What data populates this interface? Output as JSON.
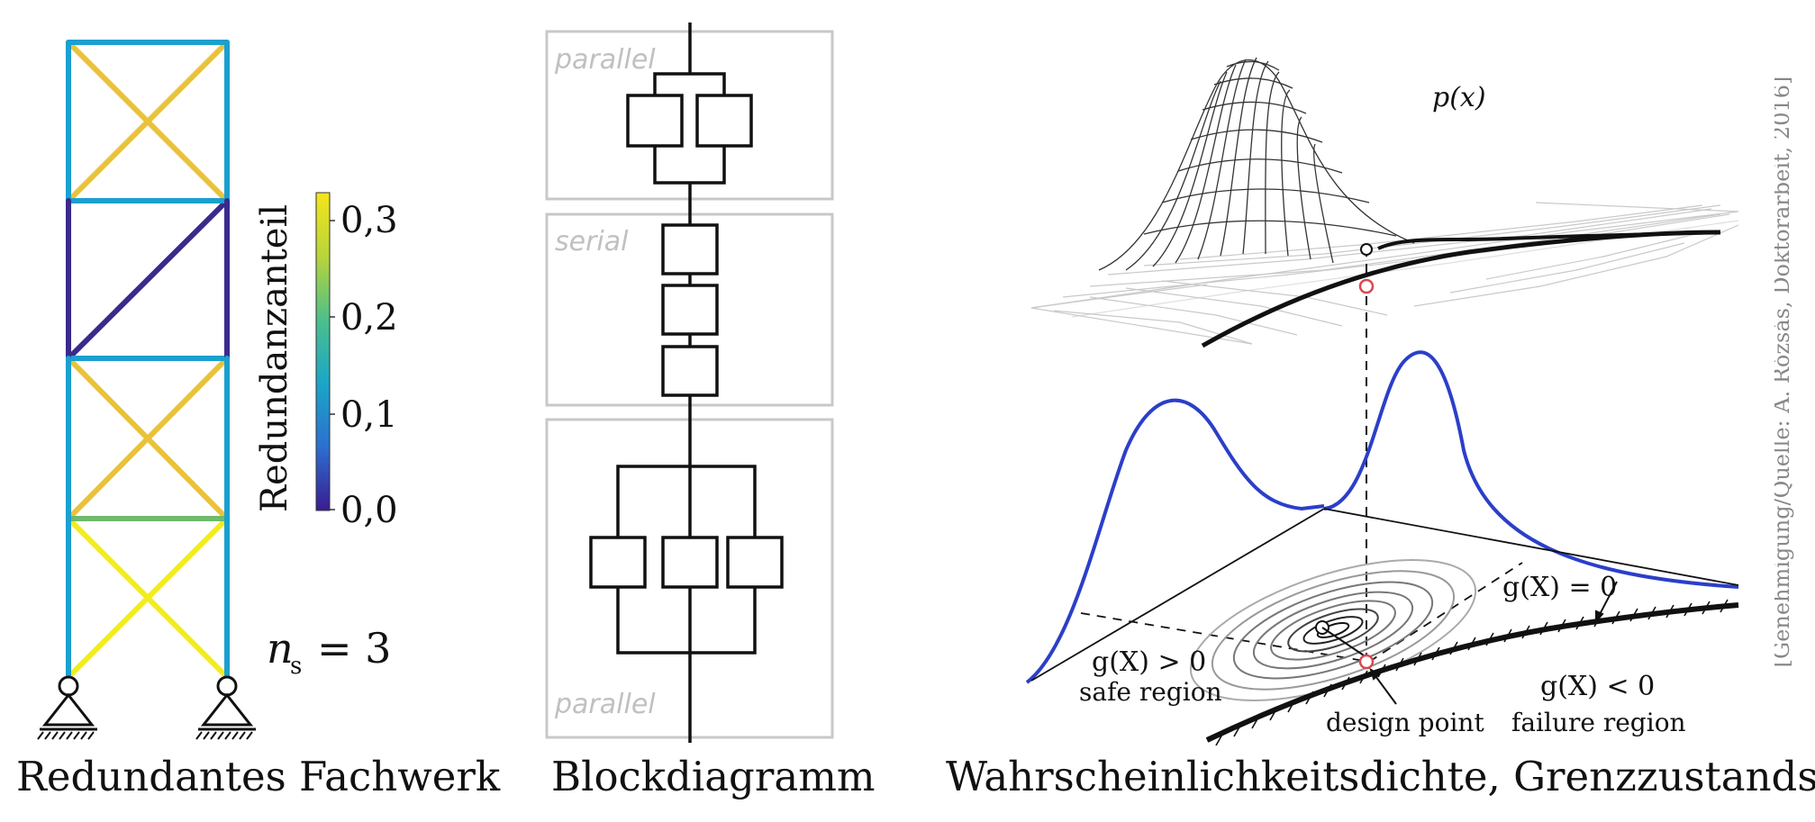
{
  "truss": {
    "caption": "Redundantes Fachwerk",
    "colorbar": {
      "label": "Redundanzanteil",
      "ticks": [
        "0,3",
        "0,2",
        "0,1",
        "0,0"
      ],
      "min": 0.0,
      "max": 0.33,
      "colors": [
        "#3b1b8f",
        "#2c6fd0",
        "#1aa6c8",
        "#4cbf8a",
        "#b9d43a",
        "#f5e51a"
      ]
    },
    "ns_symbol": "n",
    "ns_sub": "s",
    "ns_value": "= 3",
    "member_colors": {
      "outer": "#1ba0cf",
      "low": "#3a2a8c",
      "mid": "#eac23a",
      "green": "#6fba6c",
      "high": "#f3ec1e"
    }
  },
  "block": {
    "caption": "Blockdiagramm",
    "labels": [
      "parallel",
      "serial",
      "parallel"
    ]
  },
  "prob": {
    "caption": "Wahrscheinlichkeitsdichte, Grenzzustandsfkt.",
    "density_label": "p(x)",
    "safe_expr": "g(X) > 0",
    "safe_region": "safe region",
    "limit_expr": "g(X) = 0",
    "fail_expr": "g(X) < 0",
    "failure_region": "failure region",
    "design_point": "design point",
    "colors": {
      "curve": "#2b3fc9",
      "marker": "#d9484f"
    }
  },
  "credit": "[Genehmigung/Quelle: Á. Rózsás, Doktorarbeit, 2016]"
}
